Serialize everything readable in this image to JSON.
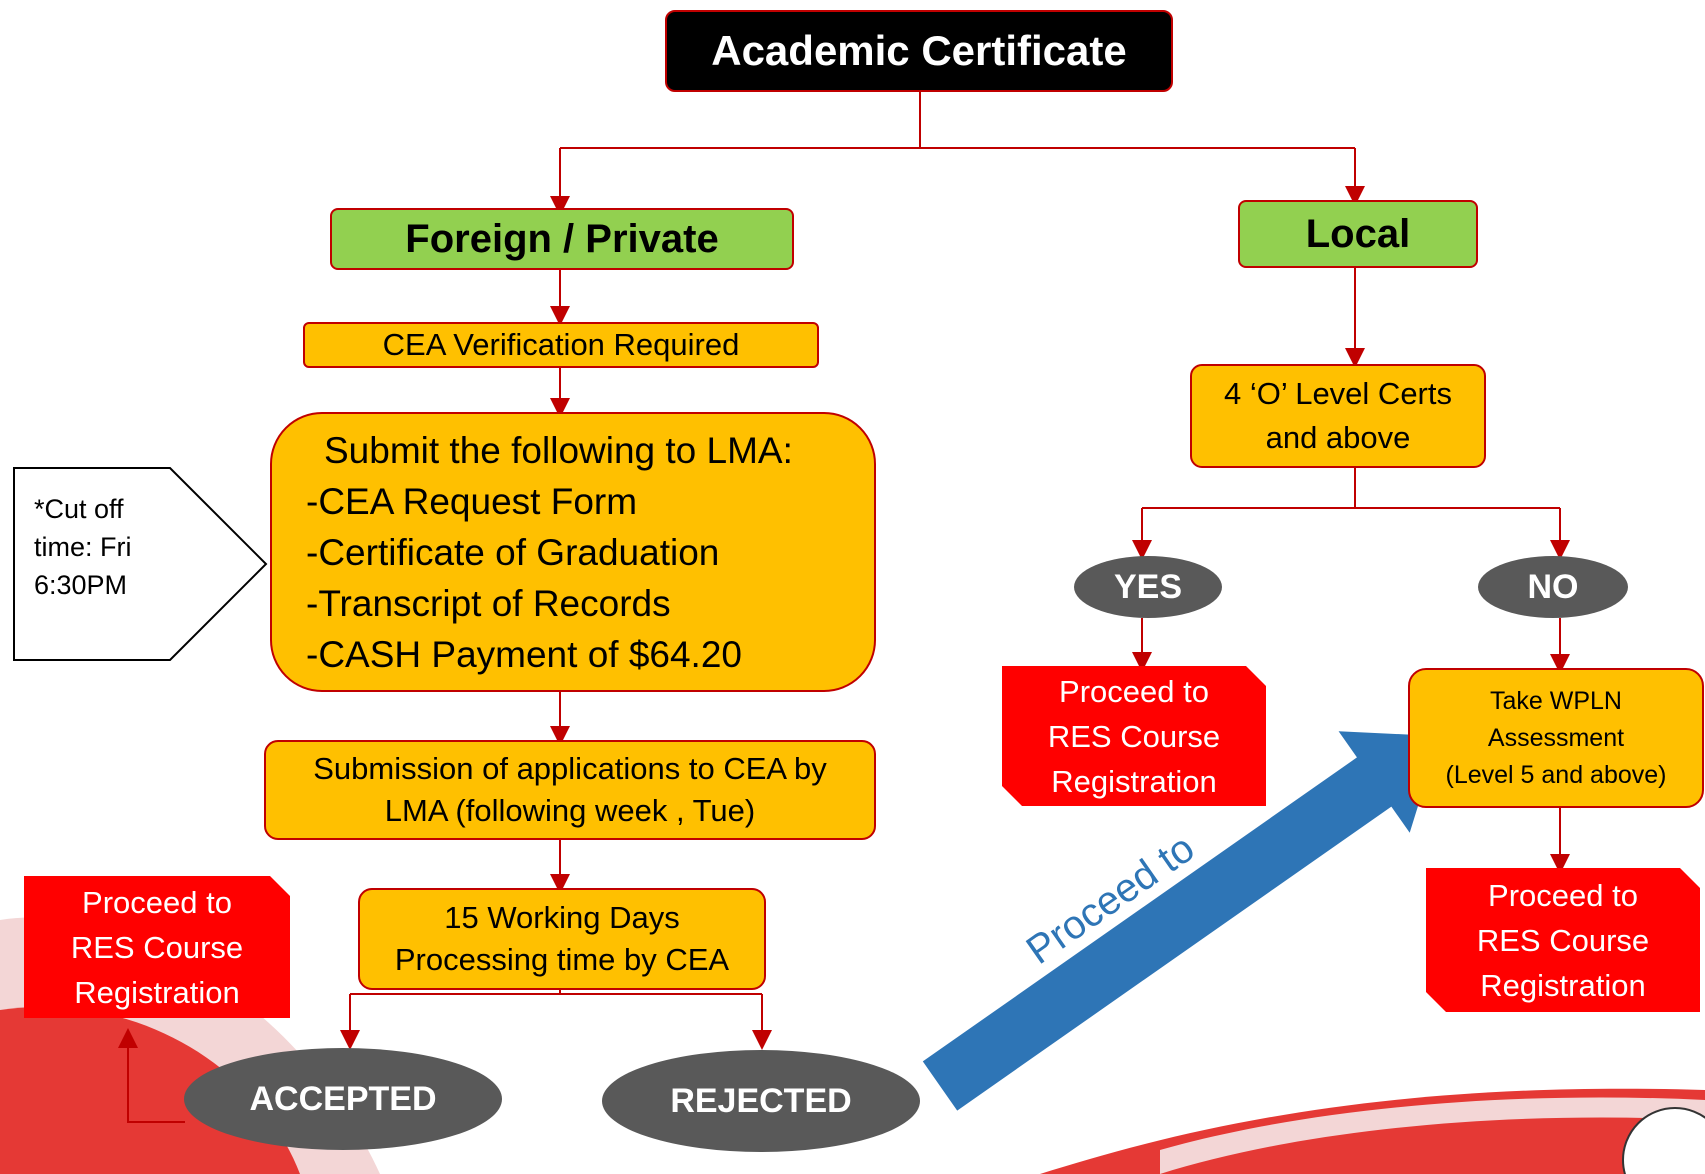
{
  "title": "Academic Certificate",
  "branches": {
    "foreign": "Foreign / Private",
    "local": "Local"
  },
  "foreign_steps": {
    "verification": "CEA Verification Required",
    "submit_lines": [
      "Submit the following to LMA:",
      "-CEA Request Form",
      "-Certificate of Graduation",
      "-Transcript of Records",
      "-CASH Payment of $64.20"
    ],
    "submission_lines": [
      "Submission of applications to CEA by",
      "LMA  (following week , Tue)"
    ],
    "processing_lines": [
      "15 Working Days",
      "Processing time by CEA"
    ],
    "accepted": "ACCEPTED",
    "rejected": "REJECTED"
  },
  "cutoff_note_lines": [
    "*Cut off",
    "time: Fri",
    "6:30PM"
  ],
  "local_steps": {
    "olevel_lines": [
      "4 ‘O’ Level Certs",
      "and above"
    ],
    "yes": "YES",
    "no": "NO",
    "wpln_lines": [
      "Take WPLN",
      "Assessment",
      "(Level 5 and above)"
    ]
  },
  "proceed_lines": [
    "Proceed to",
    "RES Course",
    "Registration"
  ],
  "arrow_label": "Proceed to",
  "colors": {
    "connector": "#c00000",
    "green": "#92d050",
    "orange": "#ffc000",
    "red": "#ff0000",
    "dark_oval": "#595959",
    "blue_arrow": "#2e75b6"
  }
}
